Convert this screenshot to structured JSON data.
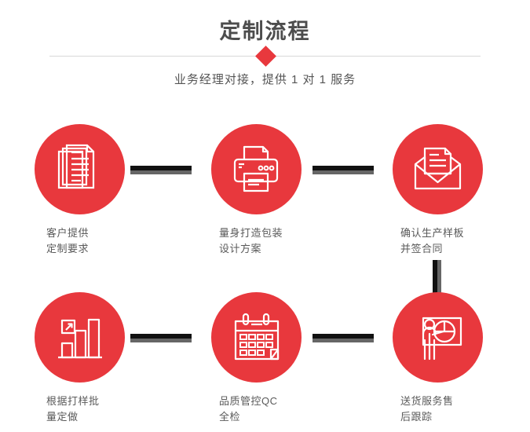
{
  "header": {
    "title": "定制流程",
    "subtitle": "业务经理对接，提供 1 对 1 服务",
    "divider_icon": "diamond-marker"
  },
  "colors": {
    "accent_red": "#e8383d",
    "title_gray": "#4d4d4d",
    "caption_gray": "#5a5a5a",
    "connector_black": "#111111",
    "connector_shadow": "#666666",
    "rule_gray": "#d8d8d8",
    "background": "#ffffff"
  },
  "steps": [
    {
      "index": "1",
      "icon": "documents-stack-icon",
      "line1": "客户提供",
      "line2": "定制要求"
    },
    {
      "index": "2",
      "icon": "printer-icon",
      "line1": "量身打造包装",
      "line2": "设计方案"
    },
    {
      "index": "3",
      "icon": "envelope-letter-icon",
      "line1": "确认生产样板",
      "line2": "并签合同"
    },
    {
      "index": "4",
      "icon": "bar-chart-growth-icon",
      "line1": "根据打样批",
      "line2": "量定做"
    },
    {
      "index": "5",
      "icon": "calendar-icon",
      "line1": "品质管控QC",
      "line2": "全检"
    },
    {
      "index": "6",
      "icon": "presenter-pie-chart-icon",
      "line1": "送货服务售",
      "line2": "后跟踪"
    }
  ],
  "connectors": [
    {
      "name": "connector-1-2",
      "orientation": "horizontal"
    },
    {
      "name": "connector-2-3",
      "orientation": "horizontal"
    },
    {
      "name": "connector-3-6",
      "orientation": "vertical"
    },
    {
      "name": "connector-4-5",
      "orientation": "horizontal"
    },
    {
      "name": "connector-5-6",
      "orientation": "horizontal"
    }
  ]
}
